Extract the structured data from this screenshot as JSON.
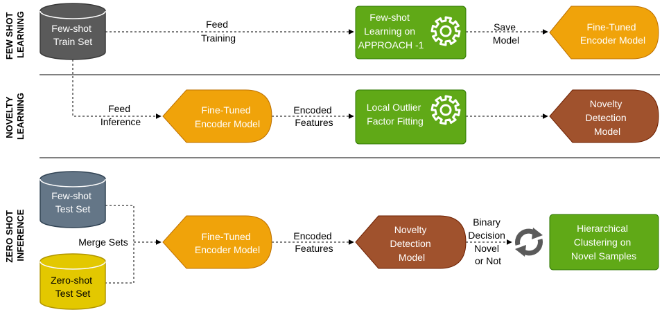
{
  "sections": {
    "few_shot": [
      "FEW SHOT",
      "LEARNING"
    ],
    "novelty": [
      "NOVELTY",
      "LEARNING"
    ],
    "zero_shot": [
      "ZERO SHOT",
      "INFERENCE"
    ]
  },
  "nodes": {
    "train_set": [
      "Few-shot",
      "Train Set"
    ],
    "few_shot_learning": [
      "Few-shot",
      "Learning on",
      "APPROACH -1"
    ],
    "fine_tuned_1": [
      "Fine-Tuned",
      "Encoder Model"
    ],
    "fine_tuned_2": [
      "Fine-Tuned",
      "Encoder Model"
    ],
    "lof": [
      "Local Outlier",
      "Factor Fitting"
    ],
    "novelty_model_1": [
      "Novelty",
      "Detection",
      "Model"
    ],
    "test_set": [
      "Few-shot",
      "Test Set"
    ],
    "zero_shot_set": [
      "Zero-shot",
      "Test Set"
    ],
    "fine_tuned_3": [
      "Fine-Tuned",
      "Encoder Model"
    ],
    "novelty_model_2": [
      "Novelty",
      "Detection",
      "Model"
    ],
    "clustering": [
      "Hierarchical",
      "Clustering on",
      "Novel Samples"
    ]
  },
  "edges": {
    "feed_training": [
      "Feed",
      "Training"
    ],
    "save_model": [
      "Save",
      "Model"
    ],
    "feed_inference": [
      "Feed",
      "Inference"
    ],
    "encoded_1": [
      "Encoded",
      "Features"
    ],
    "encoded_2": [
      "Encoded",
      "Features"
    ],
    "merge_sets": [
      "Merge Sets"
    ],
    "binary_decision": [
      "Binary",
      "Decision",
      "Novel",
      "or Not"
    ]
  },
  "icons": {
    "gear": "gear-icon",
    "refresh": "refresh-icon"
  },
  "colors": {
    "gray_db": "#5a5a5a",
    "blue_db": "#647687",
    "yellow_db": "#e3c800",
    "green": "#60a917",
    "orange": "#f0a30a",
    "brown": "#a0522d"
  }
}
